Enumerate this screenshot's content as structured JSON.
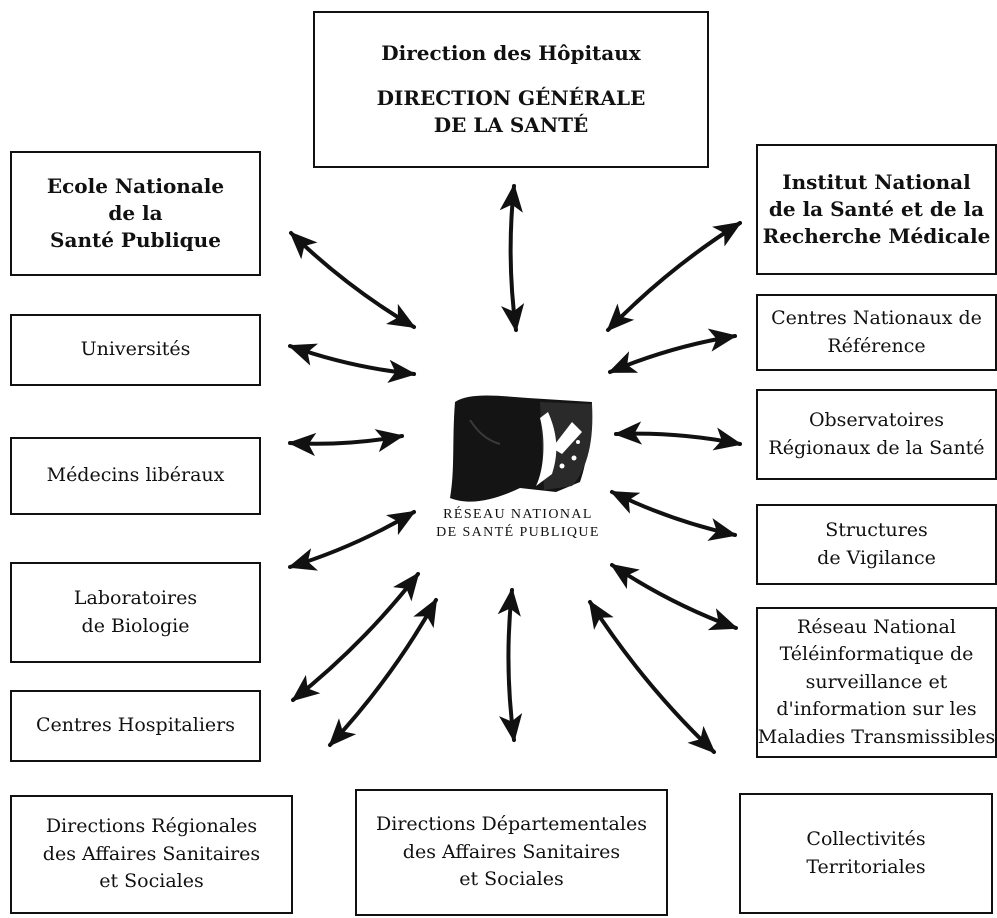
{
  "nodes": {
    "top": {
      "lines": [
        "Direction des Hôpitaux",
        "",
        "DIRECTION GÉNÉRALE",
        "DE LA SANTÉ"
      ]
    },
    "ensp": {
      "lines": [
        "Ecole Nationale",
        "de la",
        "Santé Publique"
      ]
    },
    "inserm": {
      "lines": [
        "Institut National",
        "de la Santé et de la",
        "Recherche Médicale"
      ]
    },
    "universites": {
      "lines": [
        "Universités"
      ]
    },
    "cnr": {
      "lines": [
        "Centres Nationaux de",
        "Référence"
      ]
    },
    "ors": {
      "lines": [
        "Observatoires",
        "Régionaux de la Santé"
      ]
    },
    "medecins": {
      "lines": [
        "Médecins libéraux"
      ]
    },
    "vigilance": {
      "lines": [
        "Structures",
        "de Vigilance"
      ]
    },
    "laboratoires": {
      "lines": [
        "Laboratoires",
        "de Biologie"
      ]
    },
    "rnt": {
      "lines": [
        "Réseau National",
        "Téléinformatique de",
        "surveillance et",
        "d'information sur les",
        "Maladies Transmissibles"
      ]
    },
    "hospitaliers": {
      "lines": [
        "Centres Hospitaliers"
      ]
    },
    "drass": {
      "lines": [
        "Directions Régionales",
        "des Affaires Sanitaires",
        "et Sociales"
      ]
    },
    "ddass": {
      "lines": [
        "Directions Départementales",
        "des Affaires Sanitaires",
        "et Sociales"
      ]
    },
    "collectivites": {
      "lines": [
        "Collectivités",
        "Territoriales"
      ]
    }
  },
  "center": {
    "logo_icon": "rnsp-logo",
    "line1": "RÉSEAU NATIONAL",
    "line2": "DE SANTÉ PUBLIQUE"
  },
  "colors": {
    "ink": "#111111",
    "background": "#ffffff"
  }
}
